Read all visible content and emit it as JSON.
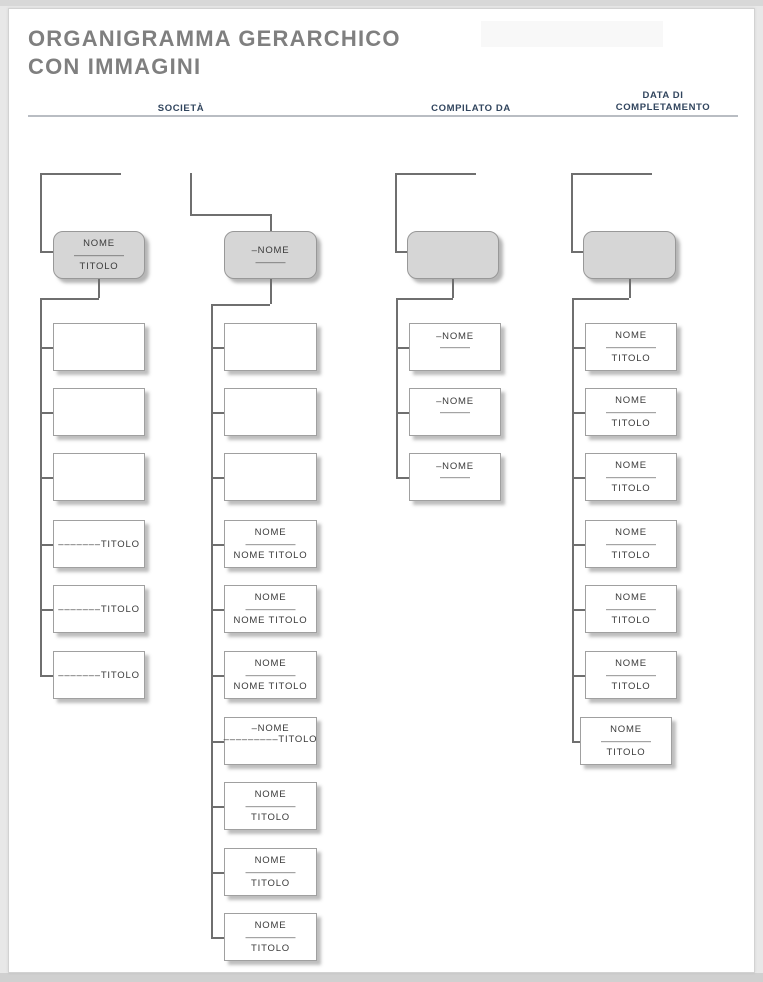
{
  "page": {
    "title_line1": "ORGANIGRAMMA GERARCHICO",
    "title_line2": "CON IMMAGINI",
    "header_fields": {
      "company_label": "SOCIETÀ",
      "compiled_by_label": "COMPILATO DA",
      "completion_date_line1": "DATA DI",
      "completion_date_line2": "COMPLETAMENTO"
    },
    "colors": {
      "title_gray": "#7f7f7f",
      "header_navy": "#31455e",
      "line_gray": "#6f6f6f",
      "box_border": "#a0a0a0",
      "root_fill": "#d6d6d6"
    }
  },
  "chart": {
    "type": "org-chart",
    "columns": [
      {
        "root": {
          "l1": "NOME",
          "divider": "––––––––––",
          "l2": "TITOLO"
        },
        "children": [
          {},
          {},
          {},
          {
            "single": "–––––––TITOLO"
          },
          {
            "single": "–––––––TITOLO"
          },
          {
            "single": "–––––––TITOLO"
          }
        ]
      },
      {
        "root": {
          "l1": "–NOME",
          "l2": "––––––"
        },
        "children": [
          {},
          {},
          {},
          {
            "l1": "NOME",
            "divider": "––––––––––",
            "l2": "NOME TITOLO"
          },
          {
            "l1": "NOME",
            "divider": "––––––––––",
            "l2": "NOME TITOLO"
          },
          {
            "l1": "NOME",
            "divider": "––––––––––",
            "l2": "NOME TITOLO"
          },
          {
            "l1": "–NOME",
            "l2": "–––––––––TITOLO"
          },
          {
            "l1": "NOME",
            "divider": "––––––––––",
            "l2": "TITOLO"
          },
          {
            "l1": "NOME",
            "divider": "––––––––––",
            "l2": "TITOLO"
          },
          {
            "l1": "NOME",
            "divider": "––––––––––",
            "l2": "TITOLO"
          }
        ]
      },
      {
        "root": {},
        "children": [
          {
            "l1": "–NOME",
            "l2": "––––––"
          },
          {
            "l1": "–NOME",
            "l2": "––––––"
          },
          {
            "l1": "–NOME",
            "l2": "––––––"
          }
        ]
      },
      {
        "root": {},
        "children": [
          {
            "l1": "NOME",
            "divider": "––––––––––",
            "l2": "TITOLO"
          },
          {
            "l1": "NOME",
            "divider": "––––––––––",
            "l2": "TITOLO"
          },
          {
            "l1": "NOME",
            "divider": "––––––––––",
            "l2": "TITOLO"
          },
          {
            "l1": "NOME",
            "divider": "––––––––––",
            "l2": "TITOLO"
          },
          {
            "l1": "NOME",
            "divider": "––––––––––",
            "l2": "TITOLO"
          },
          {
            "l1": "NOME",
            "divider": "––––––––––",
            "l2": "TITOLO"
          },
          {
            "l1": "NOME",
            "divider": "––––––––––",
            "l2": "TITOLO"
          }
        ]
      }
    ]
  }
}
